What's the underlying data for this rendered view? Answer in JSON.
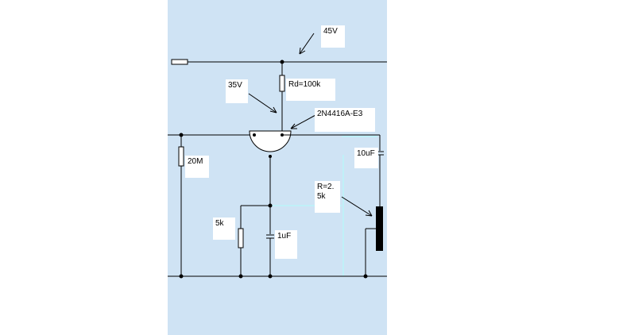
{
  "labels": {
    "supply_voltage": "45V",
    "drain_voltage": "35V",
    "drain_resistor": "Rd=100k",
    "transistor": "2N4416A-E3",
    "gate_resistor": "20M",
    "output_cap": "10uF",
    "pot_line1": "R=2.",
    "pot_line2": "5k",
    "source_resistor": "5k",
    "source_cap": "1uF"
  },
  "colors": {
    "background": "#cfe3f4",
    "wire": "#000000",
    "highlight_wire": "#bff0f8",
    "label_box": "#ffffff"
  }
}
